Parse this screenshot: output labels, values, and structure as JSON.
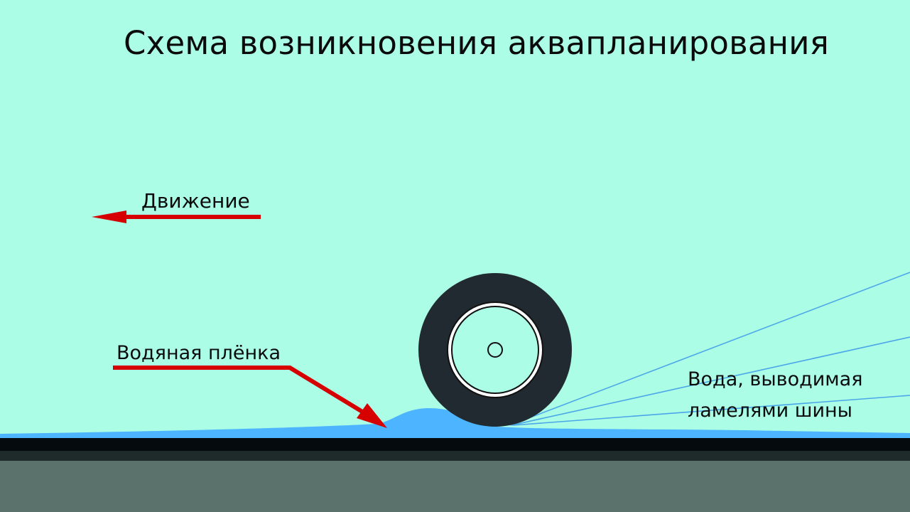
{
  "title": "Схема возникновения аквапланирования",
  "labels": {
    "motion": "Движение",
    "water_film": "Водяная плёнка",
    "drained_water_line1": "Вода, выводимая",
    "drained_water_line2": "ламелями шины"
  },
  "colors": {
    "background": "#abfde5",
    "water": "#4db5ff",
    "arrow": "#d60000",
    "tire": "#212a30",
    "road_surface": "#040a0d",
    "road_edge": "#1f2a2b",
    "ground": "#5a726b",
    "spray_lines": "#4aa6e8"
  }
}
